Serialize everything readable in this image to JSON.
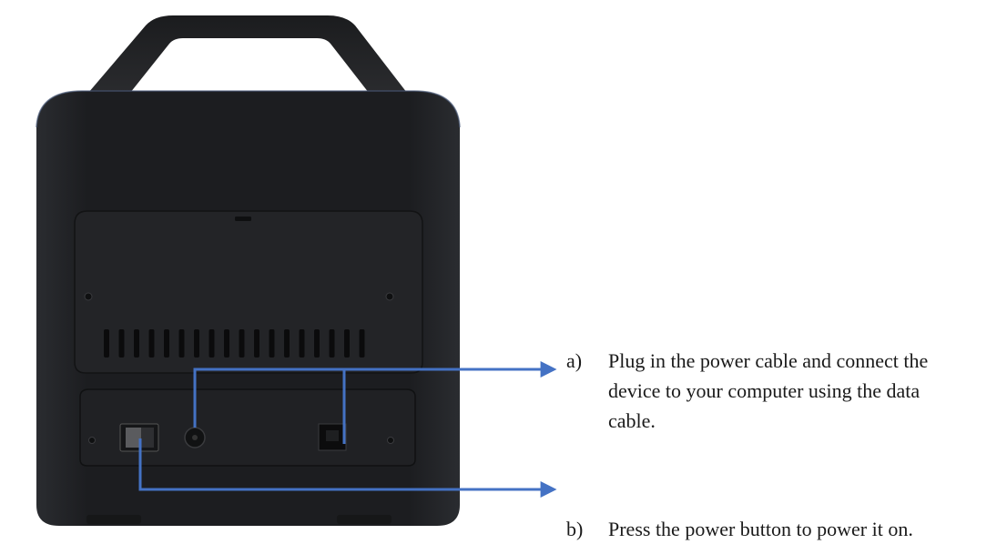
{
  "steps": [
    {
      "marker": "a)",
      "lines": [
        "Plug in the power cable and connect the",
        "device to your computer using the data",
        "cable."
      ]
    },
    {
      "marker": "b)",
      "lines": [
        "Press the power button to power it on."
      ]
    }
  ],
  "colors": {
    "arrow": "#4472c4",
    "device_body": "#1c1d1f",
    "device_panel": "#262729",
    "text": "#1a1a1a"
  },
  "icons": {
    "power_switch": "rocker-switch",
    "power_port": "dc-barrel-jack",
    "data_port": "usb-b-port"
  }
}
